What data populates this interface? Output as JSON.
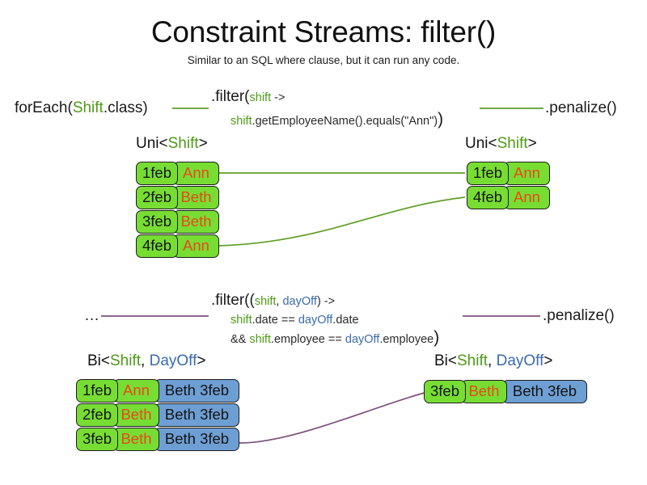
{
  "slide": {
    "title": "Constraint Streams: filter()",
    "subtitle": "Similar to an SQL where clause, but it can run any code."
  },
  "colors": {
    "green_fill": "#77DD33",
    "blue_fill": "#6E9FD4",
    "name_text": "#E8491A",
    "green_text": "#4E9A17",
    "blue_text": "#3A6BAF",
    "green_line": "#5E9E26",
    "purple_line": "#7B4F7B",
    "box_border": "#1d1d1d"
  },
  "uni_section": {
    "source_label": {
      "prefix": "forEach(",
      "type": "Shift",
      "suffix": ".class)"
    },
    "filter": {
      "line1_head": ".filter(",
      "line1_var": "shift",
      "line1_tail": " ->",
      "line2_var": "shift",
      "line2_tail": ".getEmployeeName().equals(\"Ann\")",
      "close_paren": ")"
    },
    "sink_label": ".penalize()",
    "left_stream": {
      "label_prefix": "Uni<",
      "label_type": "Shift",
      "label_suffix": ">",
      "rows": [
        {
          "date": "1feb",
          "name": "Ann"
        },
        {
          "date": "2feb",
          "name": "Beth"
        },
        {
          "date": "3feb",
          "name": "Beth"
        },
        {
          "date": "4feb",
          "name": "Ann"
        }
      ]
    },
    "right_stream": {
      "label_prefix": "Uni<",
      "label_type": "Shift",
      "label_suffix": ">",
      "rows": [
        {
          "date": "1feb",
          "name": "Ann"
        },
        {
          "date": "4feb",
          "name": "Ann"
        }
      ]
    }
  },
  "bi_section": {
    "source_label": "…",
    "filter": {
      "line1_head": ".filter((",
      "line1_var1": "shift",
      "line1_sep": ", ",
      "line1_var2": "dayOff",
      "line1_tail": ") ->",
      "line2_var1": "shift",
      "line2_mid": ".date == ",
      "line2_var2": "dayOff",
      "line2_tail": ".date",
      "line3_head": "&& ",
      "line3_var1": "shift",
      "line3_mid": ".employee == ",
      "line3_var2": "dayOff",
      "line3_tail": ".employee",
      "close_paren": ")"
    },
    "sink_label": ".penalize()",
    "left_stream": {
      "label_prefix": "Bi<",
      "label_type1": "Shift",
      "label_sep": ", ",
      "label_type2": "DayOff",
      "label_suffix": ">",
      "rows": [
        {
          "date": "1feb",
          "name": "Ann",
          "dayoff": "Beth 3feb"
        },
        {
          "date": "2feb",
          "name": "Beth",
          "dayoff": "Beth 3feb"
        },
        {
          "date": "3feb",
          "name": "Beth",
          "dayoff": "Beth 3feb"
        }
      ]
    },
    "right_stream": {
      "label_prefix": "Bi<",
      "label_type1": "Shift",
      "label_sep": ", ",
      "label_type2": "DayOff",
      "label_suffix": ">",
      "rows": [
        {
          "date": "3feb",
          "name": "Beth",
          "dayoff": "Beth 3feb"
        }
      ]
    }
  }
}
